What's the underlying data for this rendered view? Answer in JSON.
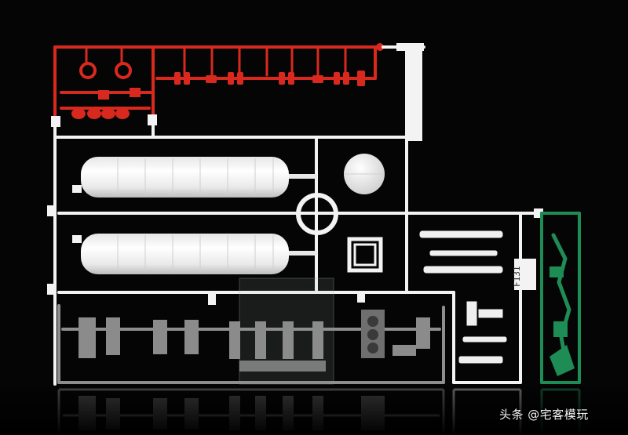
{
  "photo": {
    "subject": "model-kit-runner-sprue",
    "runner_label": "F131",
    "background_color": "#050505",
    "colors": {
      "red_runner": "#d9291e",
      "white_runner": "#f3f3f3",
      "gray_runner": "#8e8e8e",
      "green_runner": "#1e8c55",
      "clear_runner": "#b9c2c0"
    }
  },
  "watermark": {
    "text": "头条 @宅客模玩"
  }
}
